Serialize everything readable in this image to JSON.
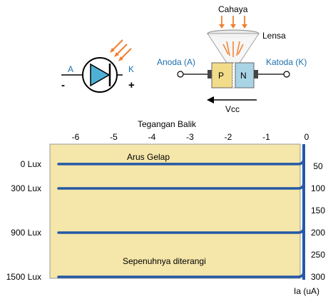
{
  "colors": {
    "plot_fill": "#f5e6a9",
    "curve": "#2559a6",
    "diode_fill": "#4fb0d6",
    "label_blue": "#1e6fae",
    "p_region": "#f2dc8a",
    "n_region": "#a9d4e6",
    "light_rays": "#f08030",
    "lens": "#e9e9e9"
  },
  "symbol": {
    "anode_letter": "A",
    "cathode_letter": "K",
    "minus_sign": "-",
    "plus_sign": "+",
    "icon": "photodiode-symbol-icon"
  },
  "device": {
    "light_label": "Cahaya",
    "lens_label": "Lensa",
    "anode_label": "Anoda (A)",
    "cathode_label": "Katoda (K)",
    "p_label": "P",
    "n_label": "N",
    "vcc_label": "Vcc"
  },
  "chart_data": {
    "type": "line",
    "xlabel": "Tegangan Balik",
    "ylabel": "Ia (uA)",
    "x_ticks": [
      "-6",
      "-5",
      "-4",
      "-3",
      "-2",
      "-1",
      "0"
    ],
    "y_ticks": [
      "50",
      "100",
      "150",
      "200",
      "250",
      "300"
    ],
    "xlim": [
      -6.5,
      0
    ],
    "ylim": [
      0,
      300
    ],
    "annotations": [
      "Arus Gelap",
      "Sepenuhnya diterangi"
    ],
    "series": [
      {
        "name": "0 Lux",
        "y": 45
      },
      {
        "name": "300 Lux",
        "y": 100
      },
      {
        "name": "900 Lux",
        "y": 200
      },
      {
        "name": "1500 Lux",
        "y": 300
      }
    ]
  }
}
